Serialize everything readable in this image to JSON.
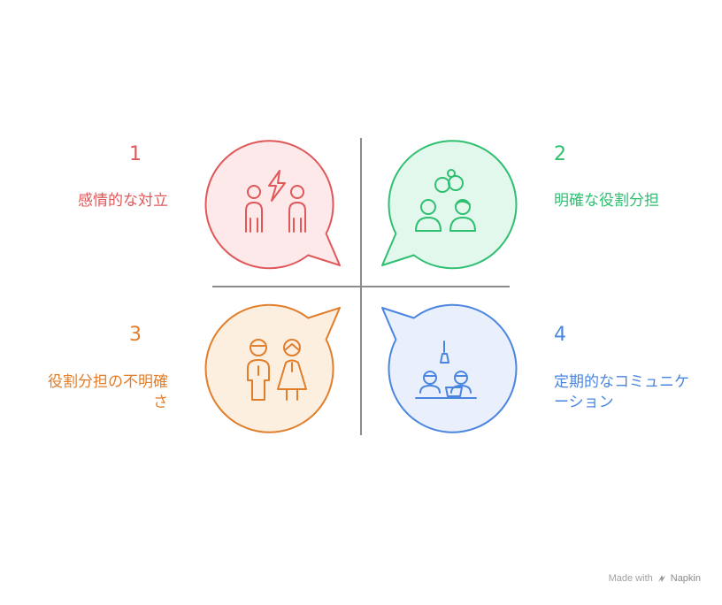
{
  "quadrants": [
    {
      "number": "1",
      "label": "感情的な対立",
      "color": "#e0575a",
      "fill": "#fde9e9",
      "icon": "two-people-conflict-lightning-icon"
    },
    {
      "number": "2",
      "label": "明確な役割分担",
      "color": "#2fbf71",
      "fill": "#e3f8ec",
      "icon": "two-people-gears-icon"
    },
    {
      "number": "3",
      "label": "役割分担の不明確さ",
      "color": "#e07e2c",
      "fill": "#fcefe0",
      "icon": "two-people-confused-icon"
    },
    {
      "number": "4",
      "label": "定期的なコミュニケーション",
      "color": "#4a86e0",
      "fill": "#e9f0fc",
      "icon": "meeting-laptop-icon"
    }
  ],
  "footer": {
    "made_with": "Made with",
    "brand": "Napkin",
    "logo_icon": "napkin-logo-icon"
  }
}
